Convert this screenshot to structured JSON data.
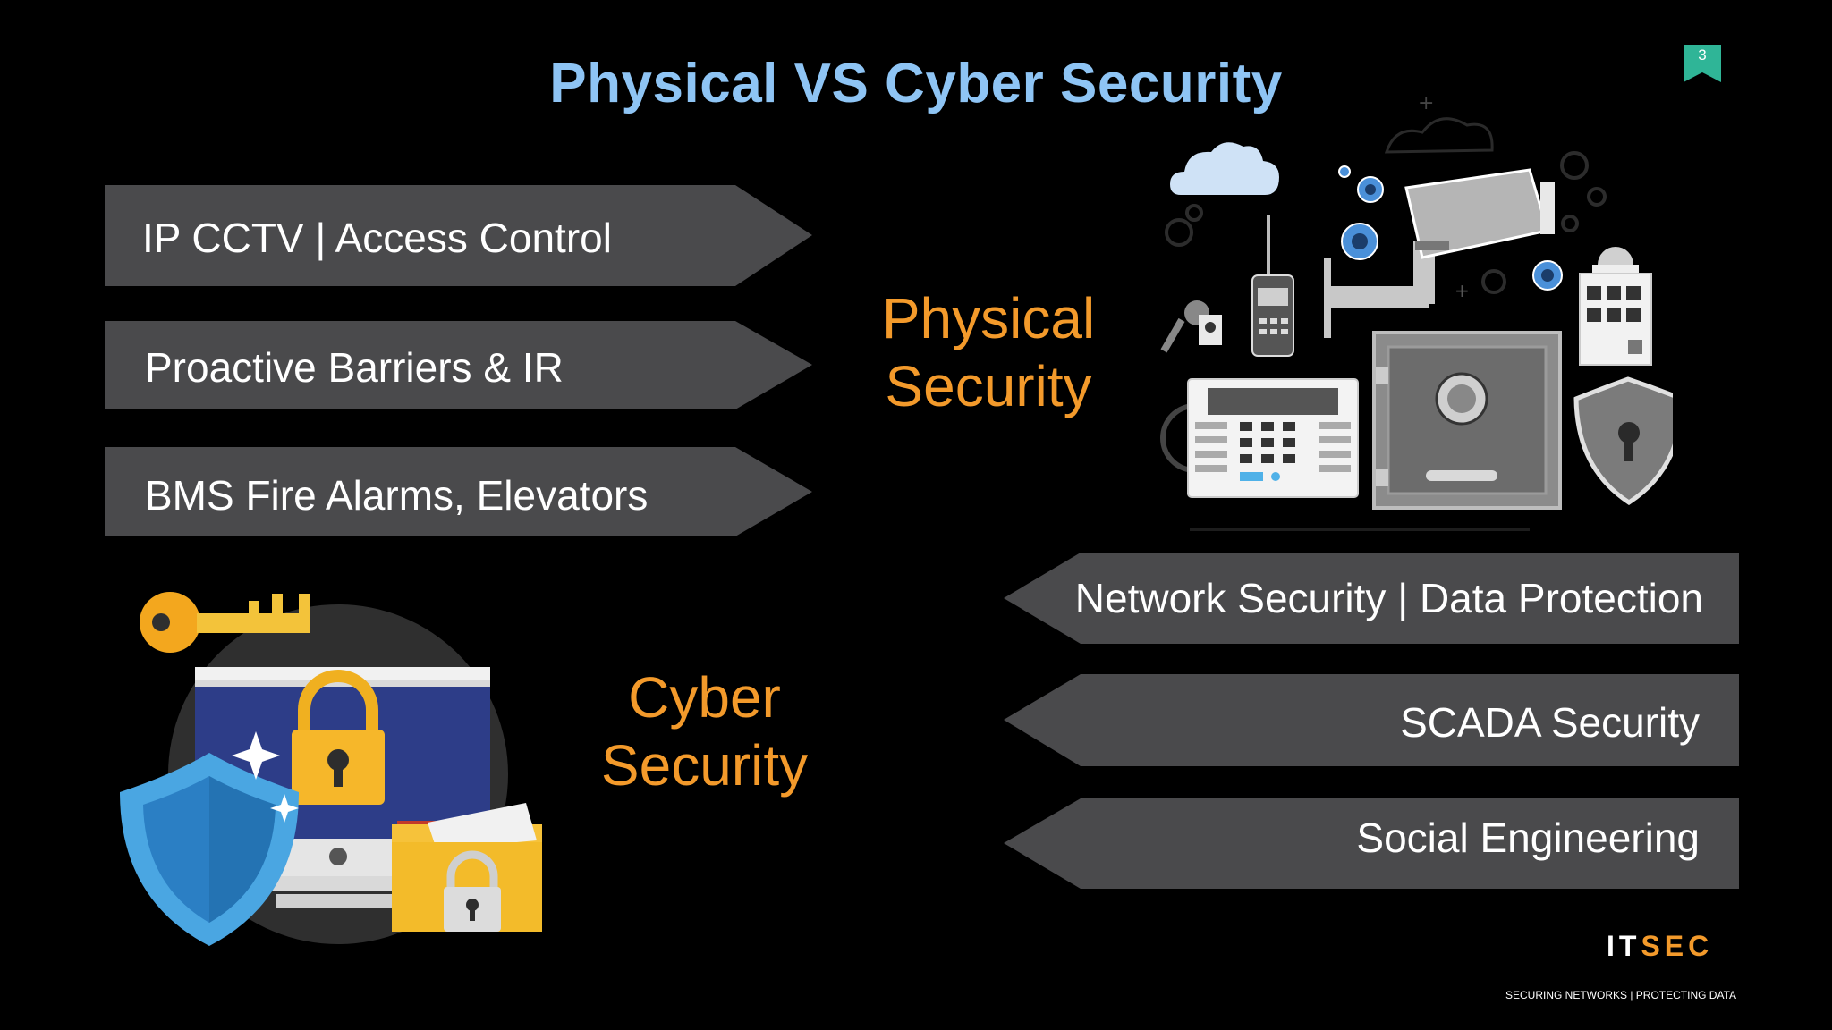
{
  "slide": {
    "title": "Physical VS Cyber Security",
    "slide_number": "3"
  },
  "physical": {
    "heading_line1": "Physical",
    "heading_line2": "Security",
    "items": [
      "IP CCTV | Access Control",
      "Proactive Barriers & IR",
      "BMS Fire Alarms, Elevators"
    ]
  },
  "cyber": {
    "heading_line1": "Cyber",
    "heading_line2": "Security",
    "items": [
      "Network Security | Data Protection",
      "SCADA Security",
      "Social Engineering"
    ]
  },
  "footer": {
    "logo_it": "IT",
    "logo_sec": "SEC",
    "tagline": "SECURING NETWORKS  | PROTECTING DATA"
  },
  "colors": {
    "title_blue": "#8ec4f4",
    "accent_orange": "#f39a2b",
    "arrow_gray": "#4a4a4c",
    "badge_teal": "#2fb597"
  },
  "icons": [
    "bookmark-icon",
    "security-devices-illustration",
    "cyber-security-illustration"
  ]
}
